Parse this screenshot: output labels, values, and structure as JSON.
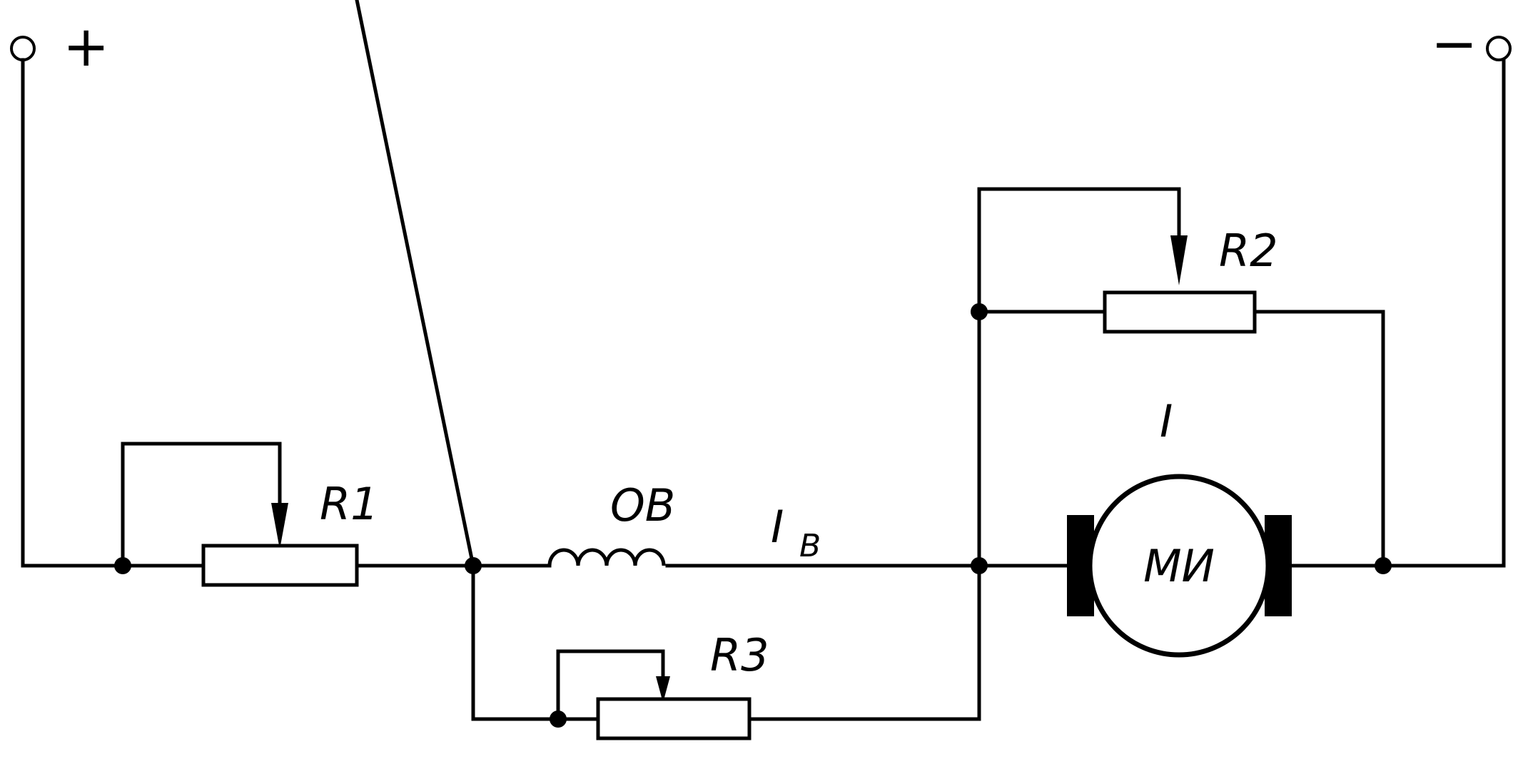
{
  "diagram": {
    "terminals": {
      "plus": "+",
      "minus": "−"
    },
    "labels": {
      "r1": "R1",
      "r2": "R2",
      "r3": "R3",
      "field_winding": "ОВ",
      "field_current": "I",
      "field_current_sub": "В",
      "armature_current": "I",
      "motor": "МИ"
    }
  }
}
